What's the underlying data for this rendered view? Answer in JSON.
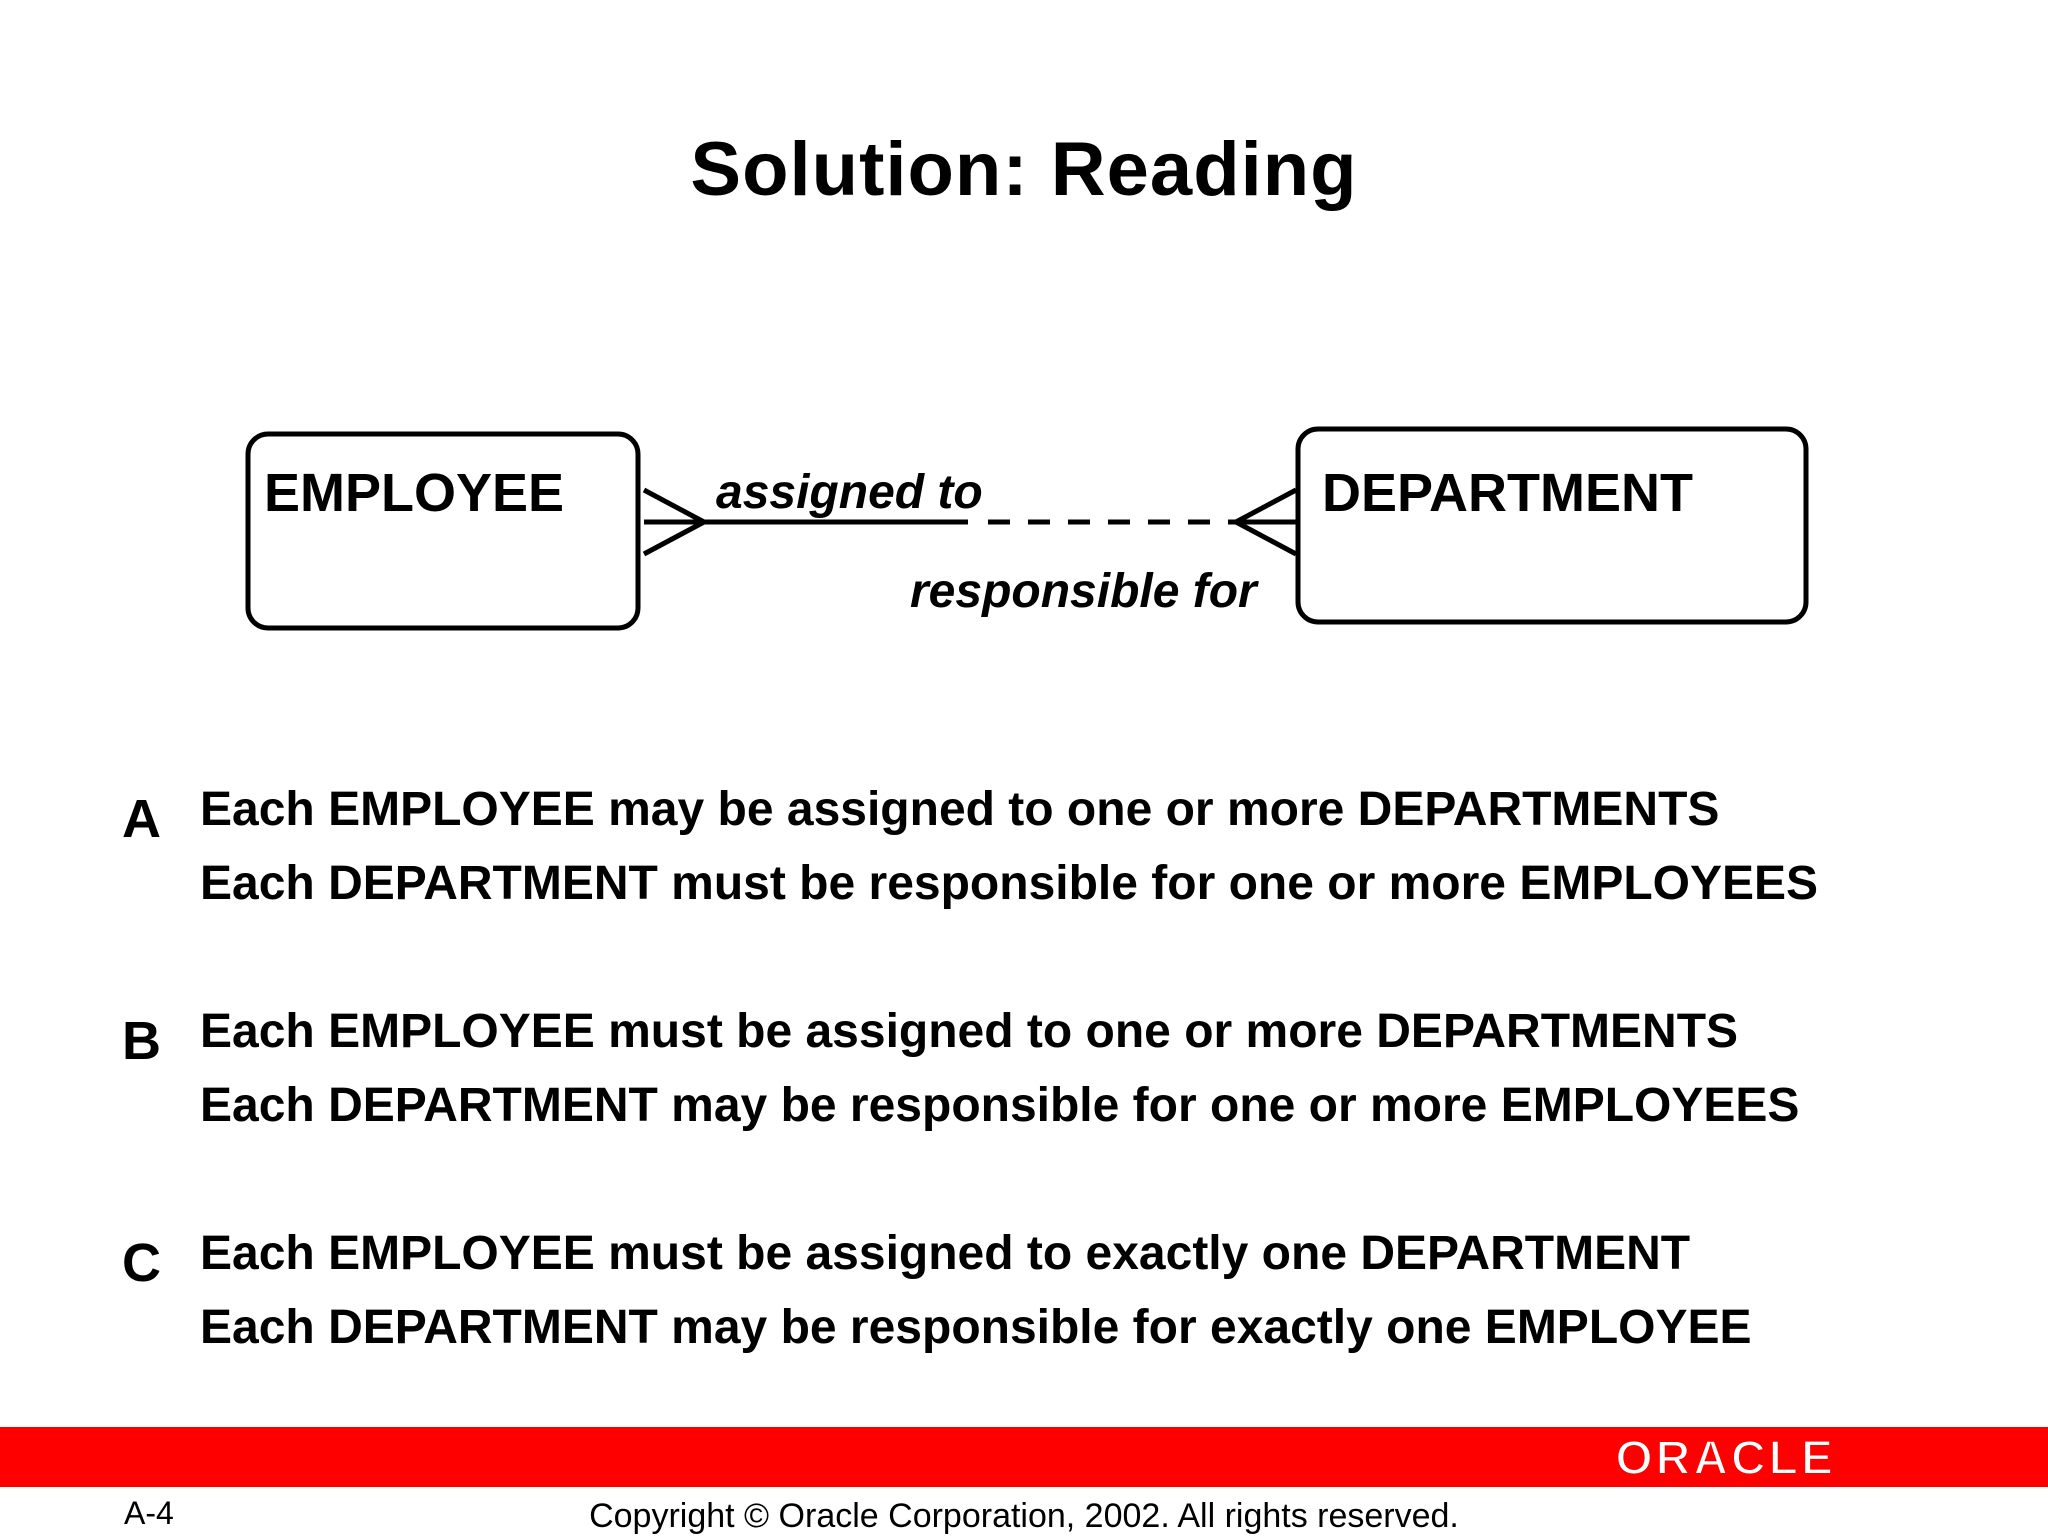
{
  "title": "Solution: Reading",
  "diagram": {
    "entities": [
      {
        "name": "EMPLOYEE"
      },
      {
        "name": "DEPARTMENT"
      }
    ],
    "relationship": {
      "label_top": "assigned to",
      "label_bottom": "responsible for"
    }
  },
  "options": [
    {
      "letter": "A",
      "line1": "Each EMPLOYEE may be assigned to one or more DEPARTMENTS",
      "line2": "Each DEPARTMENT must be responsible for one or more EMPLOYEES"
    },
    {
      "letter": "B",
      "line1": "Each EMPLOYEE must be assigned to one or more DEPARTMENTS",
      "line2": "Each DEPARTMENT may be responsible for one or more EMPLOYEES"
    },
    {
      "letter": "C",
      "line1": "Each EMPLOYEE must be assigned to exactly one DEPARTMENT",
      "line2": "Each DEPARTMENT may be responsible for exactly one EMPLOYEE"
    }
  ],
  "footer": {
    "logo": "ORACLE",
    "page": "A-4",
    "copyright": "Copyright © Oracle Corporation, 2002. All rights reserved.",
    "band_color": "#ff0000"
  }
}
